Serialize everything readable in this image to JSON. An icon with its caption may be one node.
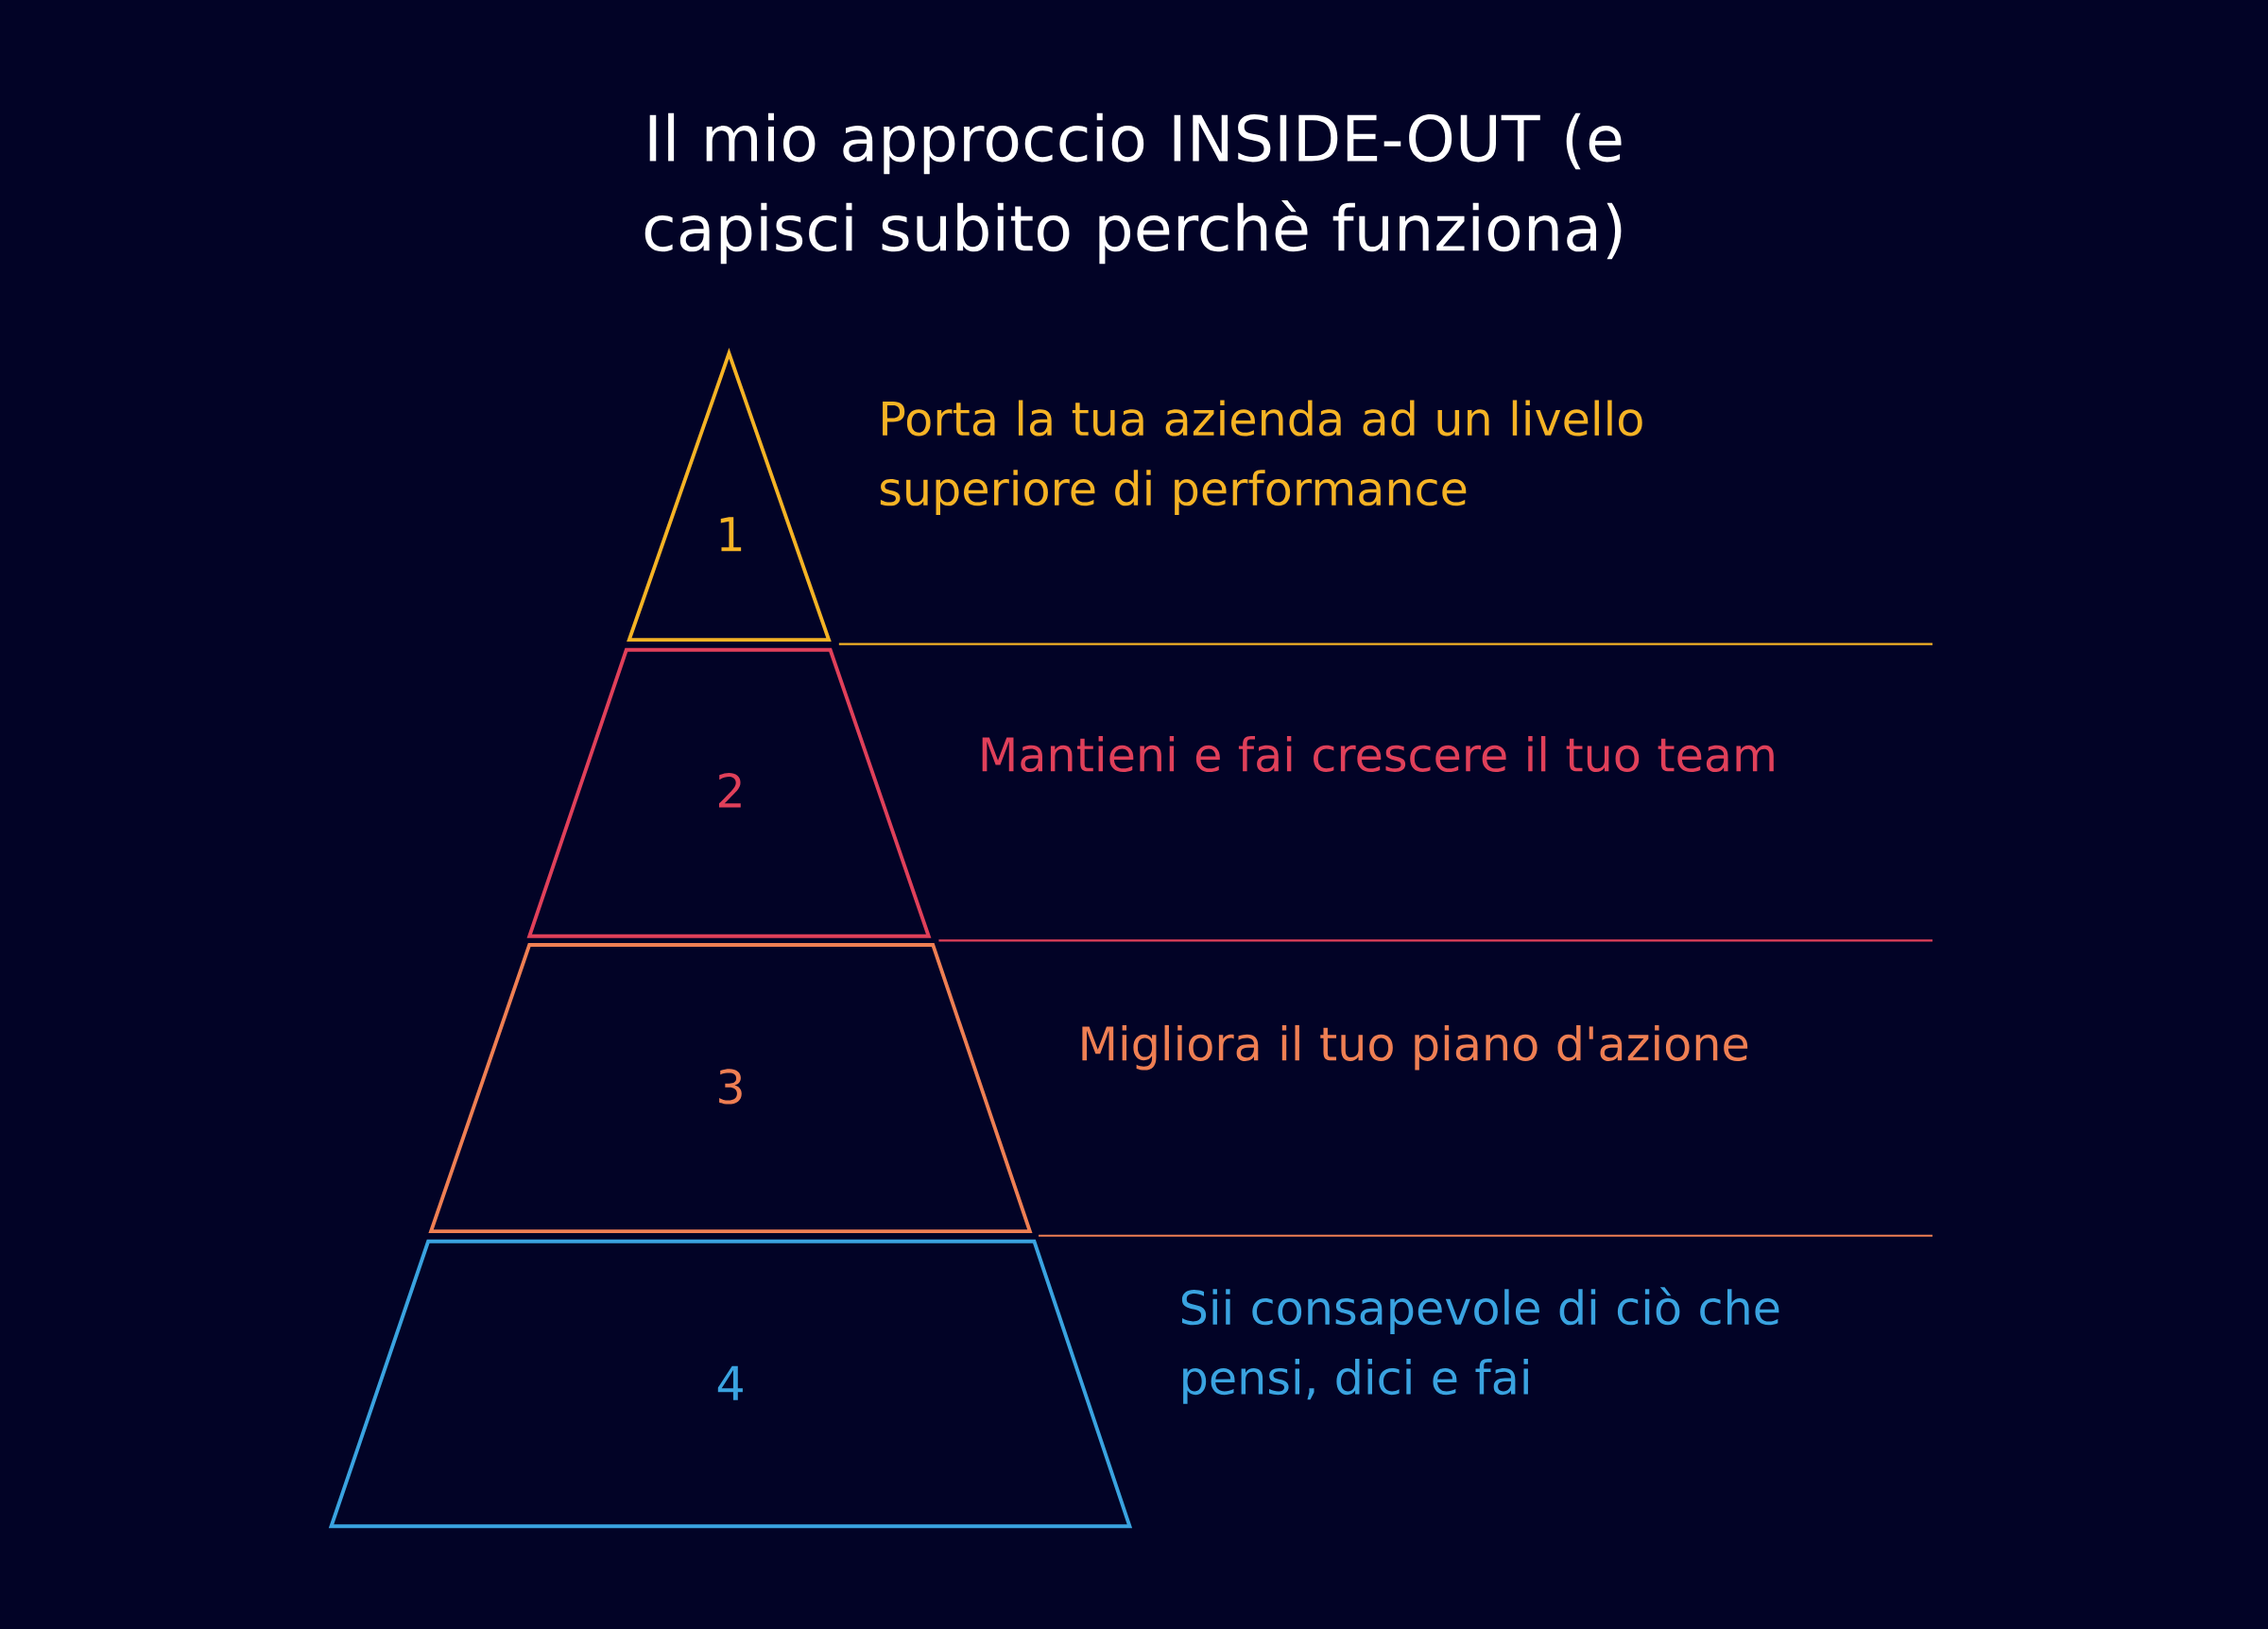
{
  "diagram": {
    "title": "Il mio approccio INSIDE-OUT (e capisci subito perchè funziona)",
    "nodes": [
      {
        "text": [
          "1"
        ],
        "beside": [
          "Porta la tua azienda ad un livello superiore di performance"
        ]
      },
      {
        "text": [
          "2"
        ],
        "beside": [
          "Mantieni e fai crescere il tuo team"
        ]
      },
      {
        "text": [
          "3"
        ],
        "beside": [
          "Migliora il tuo piano d'azione"
        ]
      },
      {
        "text": [
          "4"
        ],
        "beside": [
          "Sii consapevole di ciò che pensi, dici e fai"
        ]
      }
    ],
    "edges": []
  }
}
